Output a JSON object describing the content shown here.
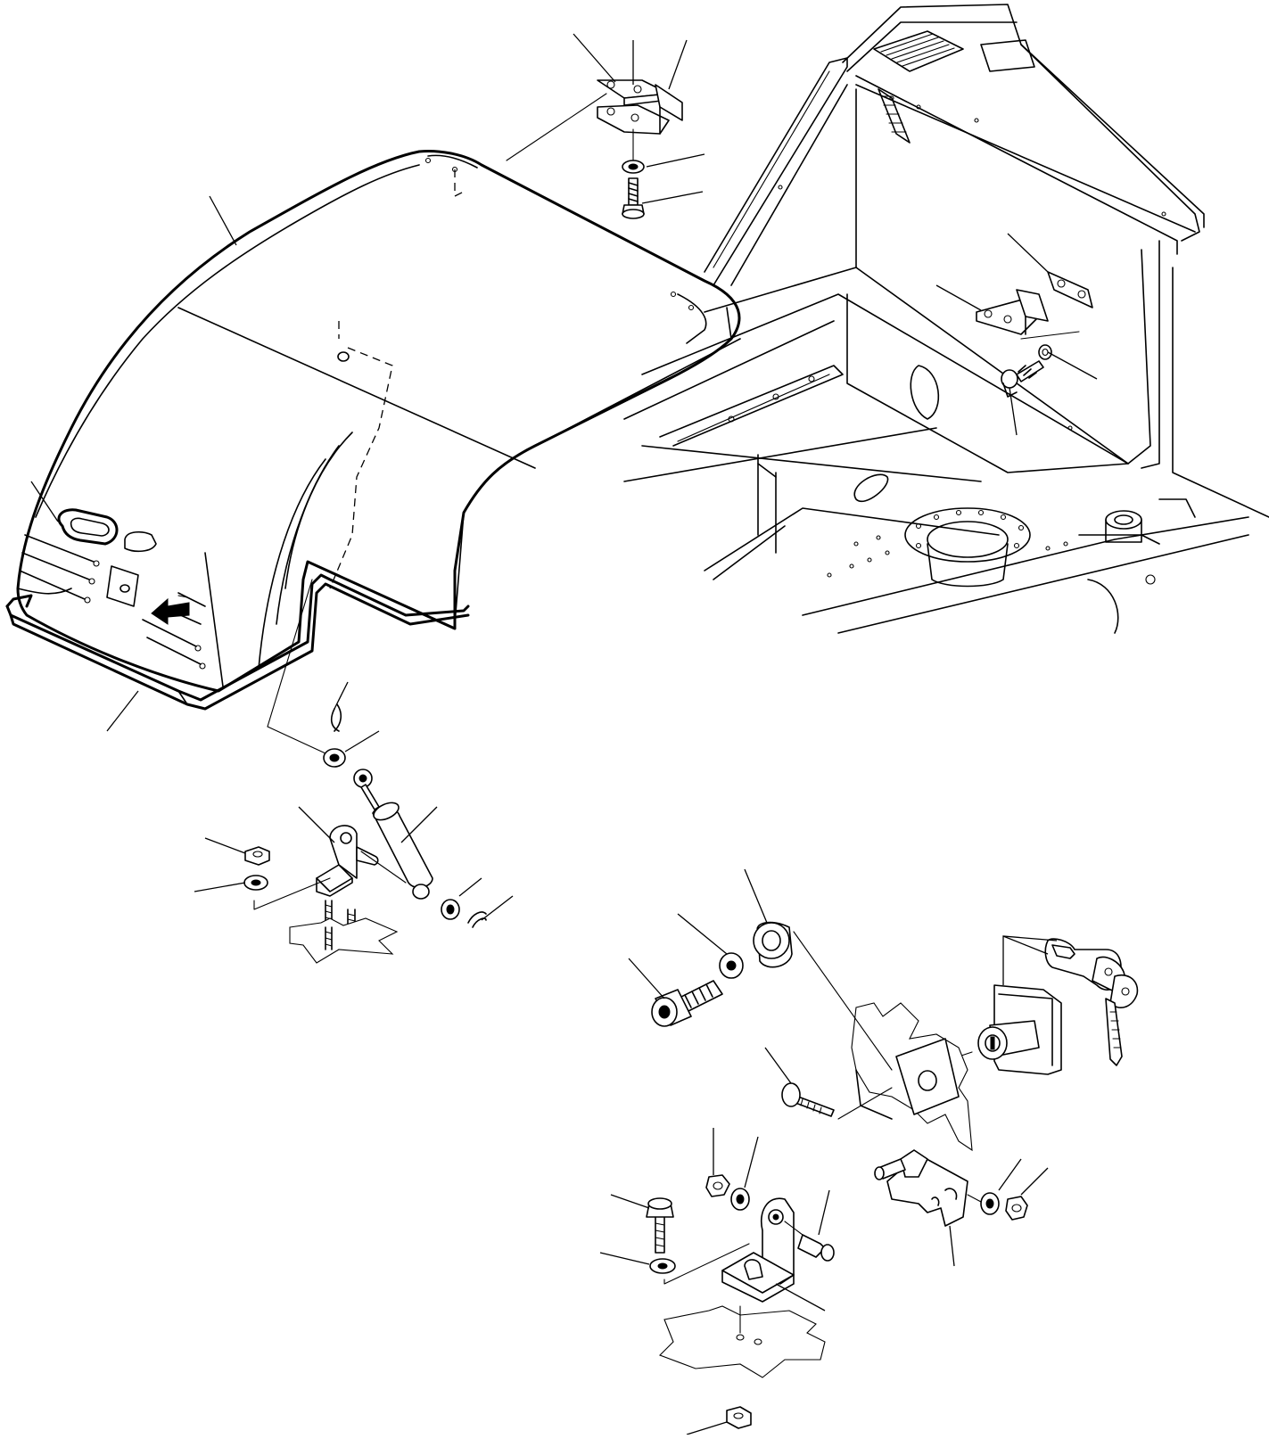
{
  "figure": {
    "description_text": "",
    "colors": {
      "line": "#000000",
      "paper": "#ffffff",
      "fill_light": "#dddddd"
    },
    "parts": [
      {
        "id": "engine-hood-cover"
      },
      {
        "id": "hood-seal-gasket"
      },
      {
        "id": "hood-lock-handle"
      },
      {
        "id": "upper-hinge"
      },
      {
        "id": "frame-hinge"
      },
      {
        "id": "gas-spring-damper"
      },
      {
        "id": "damper-bracket"
      },
      {
        "id": "lock-cylinder-with-keys"
      },
      {
        "id": "striker-bracket"
      },
      {
        "id": "latch-catch"
      },
      {
        "id": "rubber-bumper"
      },
      {
        "id": "upper-frame-structure"
      }
    ]
  }
}
